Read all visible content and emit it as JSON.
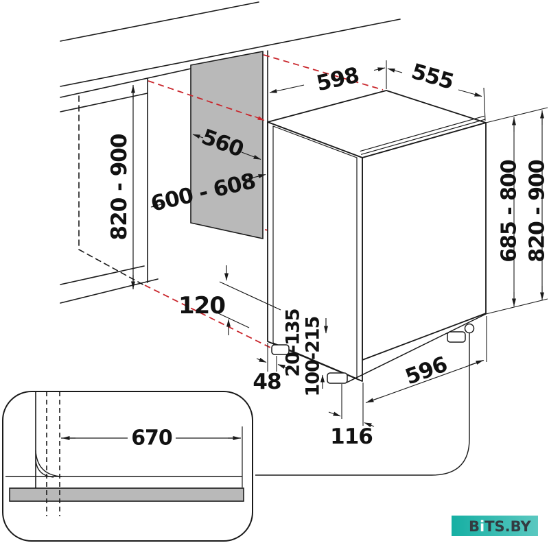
{
  "diagram": {
    "dims": {
      "top_width": "598",
      "top_depth": "555",
      "panel_width": "560",
      "niche_width": "600 - 608",
      "niche_height": "820 - 900",
      "appliance_height": "685 - 800",
      "total_height": "820 - 900",
      "clearance_120": "120",
      "gap_48": "48",
      "adjust_20_135": "20-135",
      "adjust_100_215": "100-215",
      "base_depth": "596",
      "foot_inset": "116",
      "plinth_width": "670"
    },
    "watermark": {
      "prefix": "B",
      "accent": "i",
      "suffix": "TS.BY"
    },
    "colors": {
      "line": "#1a1a1a",
      "panel_gray": "#b9b9b9",
      "projection_red": "#c9252b",
      "teal_left": "#16afa3",
      "teal_right": "#5ac8c0",
      "watermark_text": "#333b41"
    }
  }
}
